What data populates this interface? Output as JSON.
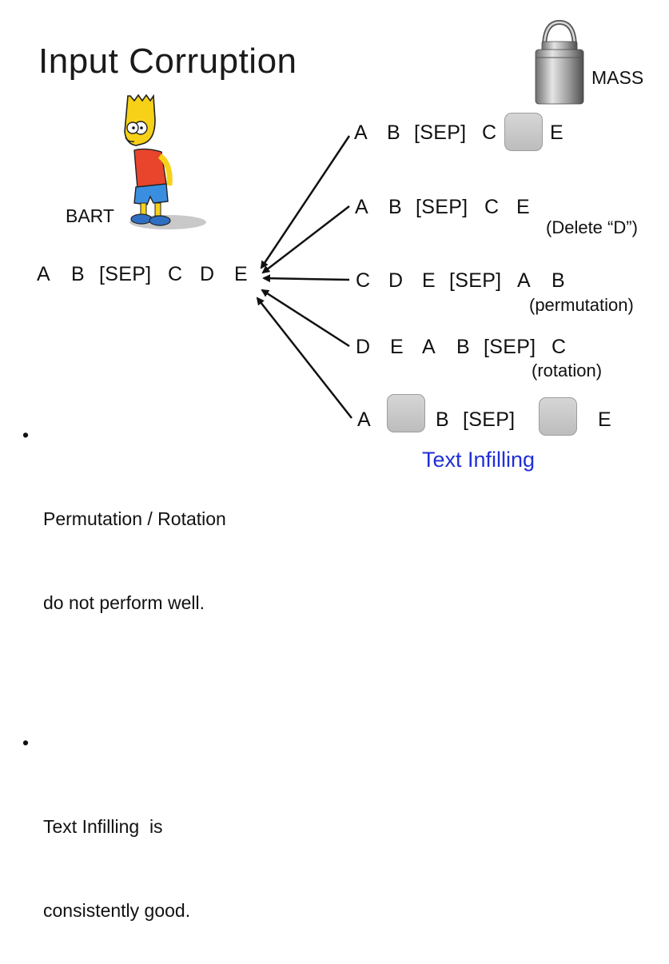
{
  "title": "Input Corruption",
  "bart_label": "BART",
  "mass_label": "MASS",
  "original": [
    "A",
    "B",
    "[SEP]",
    "C",
    "D",
    "E"
  ],
  "corruptions": [
    {
      "tokens": [
        "A",
        "B",
        "[SEP]",
        "C",
        "[MASK]",
        "E"
      ],
      "note": ""
    },
    {
      "tokens": [
        "A",
        "B",
        "[SEP]",
        "C",
        "E"
      ],
      "note": "(Delete “D”)"
    },
    {
      "tokens": [
        "C",
        "D",
        "E",
        "[SEP]",
        "A",
        "B"
      ],
      "note": "(permutation)"
    },
    {
      "tokens": [
        "D",
        "E",
        "A",
        "B",
        "[SEP]",
        "C"
      ],
      "note": "(rotation)"
    },
    {
      "tokens": [
        "A",
        "[MASK]",
        "B",
        "[SEP]",
        "[MASK]",
        "E"
      ],
      "note": "Text Infilling"
    }
  ],
  "bullets": [
    [
      "Permutation / Rotation",
      "do not perform well."
    ],
    [
      "Text Infilling  is",
      "consistently good."
    ]
  ],
  "colors": {
    "text_infilling": "#1f2fd6",
    "mask_box": "#c8c8c8"
  }
}
